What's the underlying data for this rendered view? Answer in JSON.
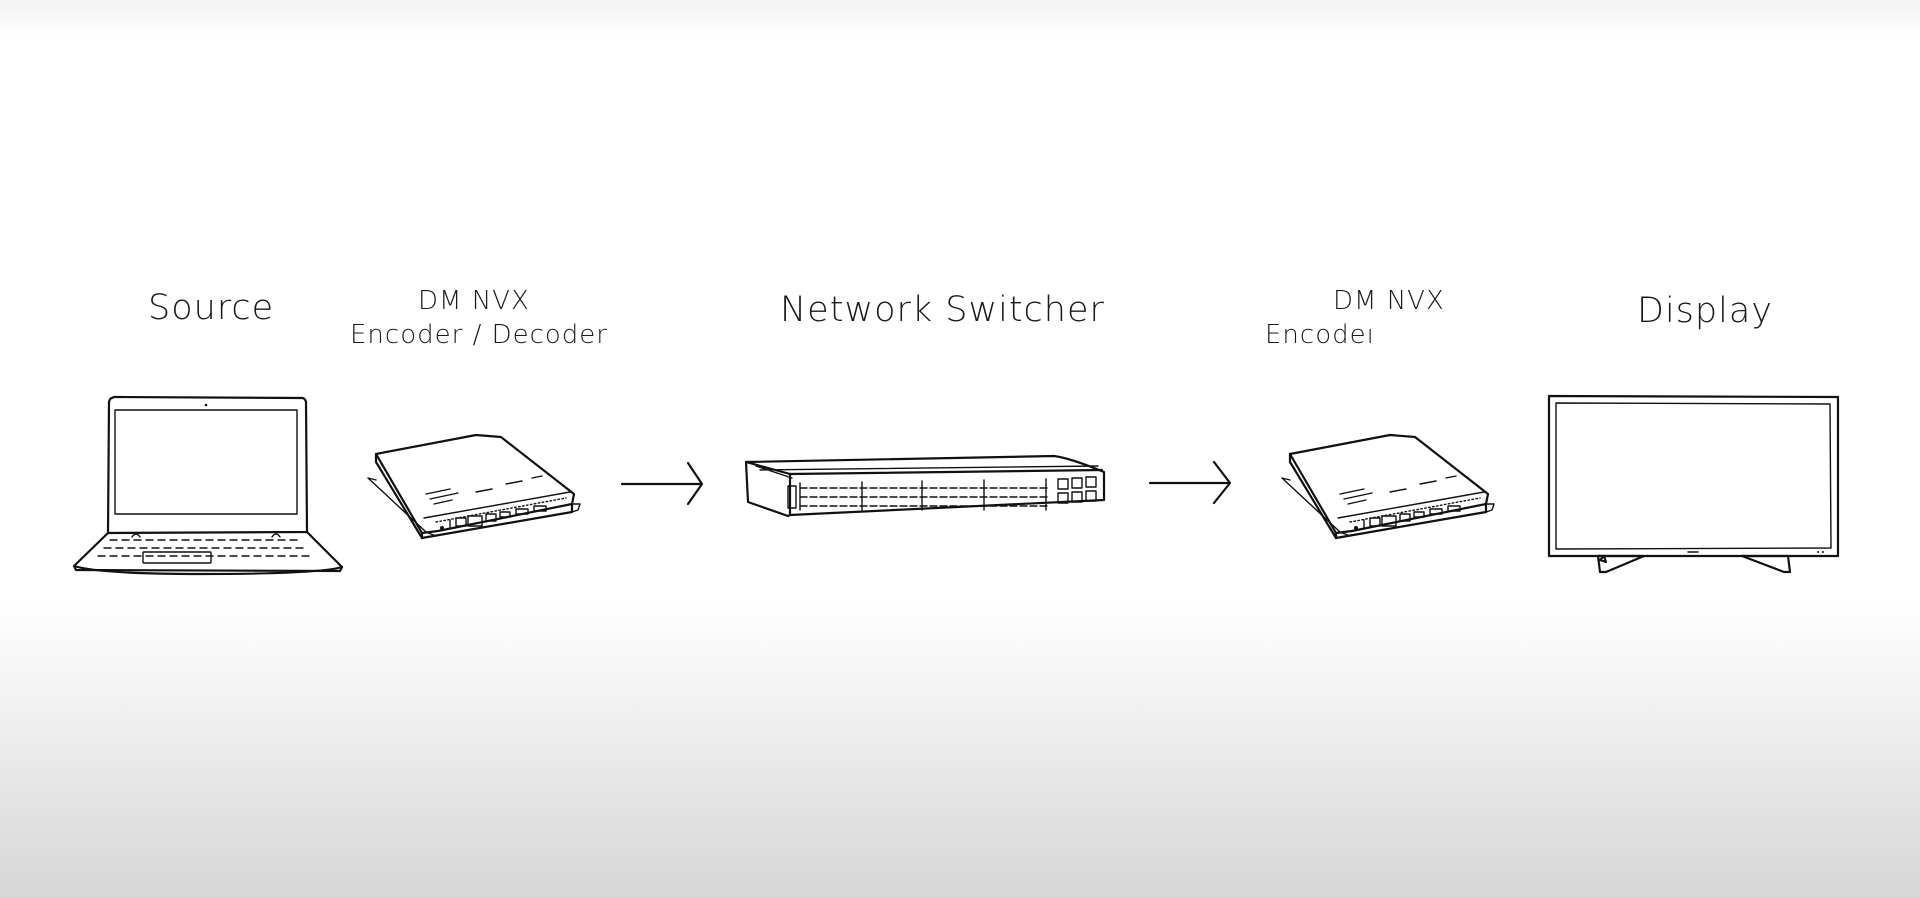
{
  "nodes": {
    "source": {
      "label": "Source",
      "icon": "laptop-icon"
    },
    "encoder_left": {
      "line1": "DM NVX",
      "line2": "Encoder / Decoder",
      "icon": "encoder-box-icon"
    },
    "switch": {
      "label": "Network Switcher",
      "icon": "network-switch-icon"
    },
    "encoder_right": {
      "line1": "DM NVX",
      "line2": "Encodeı",
      "icon": "encoder-box-icon"
    },
    "display": {
      "label": "Display",
      "icon": "tv-display-icon"
    }
  },
  "connectors": [
    {
      "from": "encoder_left",
      "to": "switch",
      "icon": "arrow-right-icon"
    },
    {
      "from": "switch",
      "to": "encoder_right",
      "icon": "arrow-right-icon"
    }
  ],
  "colors": {
    "ink": "#111111",
    "background": "#ffffff"
  }
}
